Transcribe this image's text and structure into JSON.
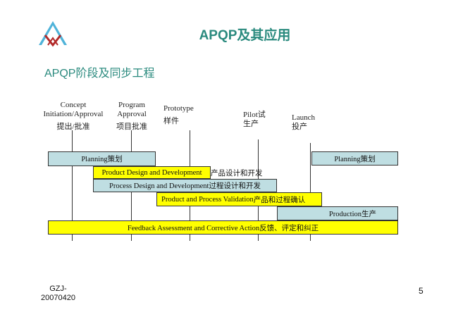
{
  "header": {
    "title": "APQP及其应用",
    "subtitle": "APQP阶段及同步工程",
    "logo": "apqp-logo-icon"
  },
  "milestones": [
    {
      "en": "Concept\nInitiation/Approval",
      "cn": "提出/批准"
    },
    {
      "en": "Program\nApproval",
      "cn": "项目批准"
    },
    {
      "en": "Prototype",
      "cn": "样件"
    },
    {
      "en": "Pilot试",
      "cn": "生产"
    },
    {
      "en": "Launch",
      "cn": "投产"
    }
  ],
  "phases": [
    {
      "label": "Planning策划",
      "color": "#bfdee2"
    },
    {
      "label": "Planning策划",
      "color": "#bfdee2"
    },
    {
      "label": "Product Design and Development",
      "suffix": "产品设计和开发",
      "color": "#ffff00"
    },
    {
      "label": "Process Design and Development过程设计和开发",
      "color": "#bfdee2"
    },
    {
      "label": "Product and Process Validation",
      "suffix": "产品和过程确认",
      "color": "#ffff00"
    },
    {
      "label": "Production生产",
      "color": "#bfdee2"
    },
    {
      "label": "Feedback Assessment and Corrective Action反馈、评定和纠正",
      "color": "#ffff00"
    }
  ],
  "footer": {
    "doc_code_line1": "GZJ-",
    "doc_code_line2": "20070420",
    "page_number": "5"
  },
  "colors": {
    "title": "#2a8a7e",
    "blue_bar": "#bfdee2",
    "yellow_bar": "#ffff00"
  }
}
